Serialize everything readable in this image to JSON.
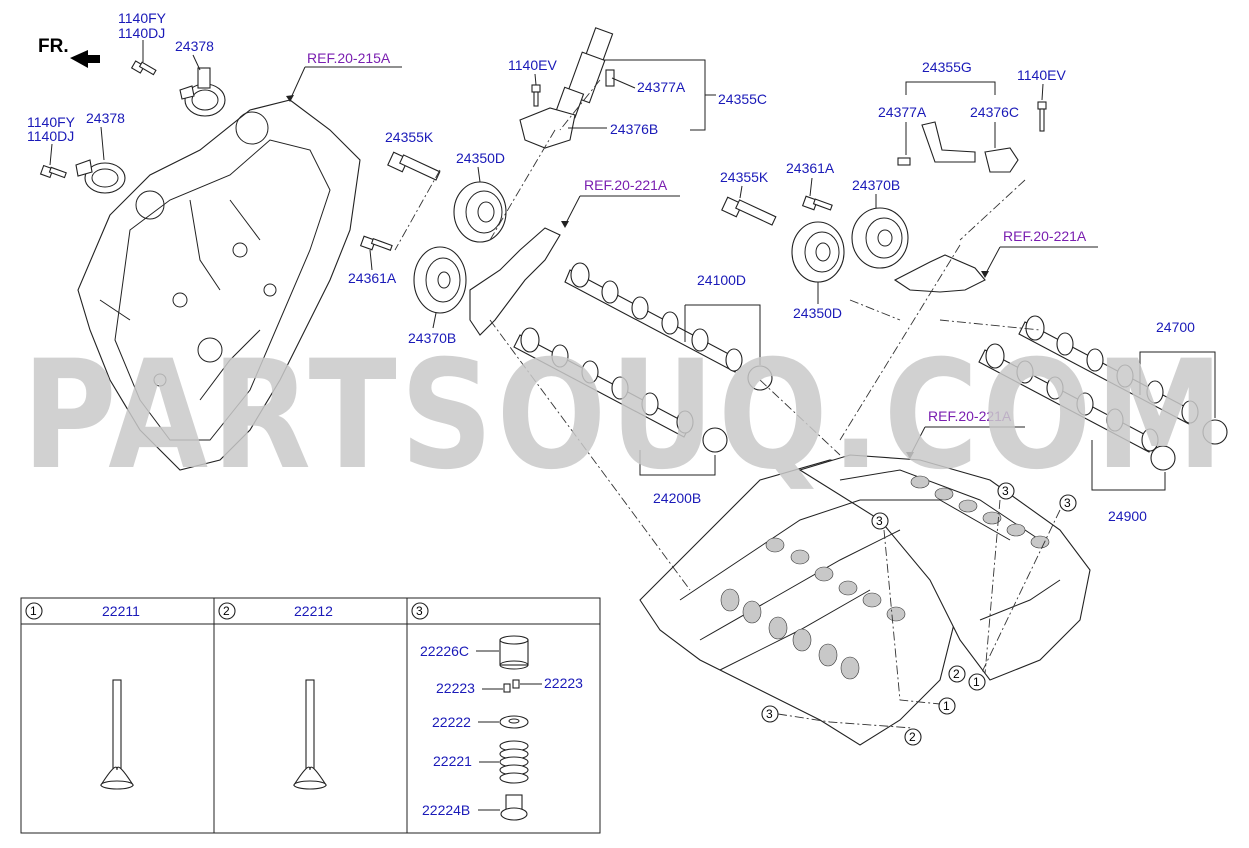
{
  "orientation_label": "FR.",
  "watermark": "PARTSOUQ.COM",
  "labels": {
    "bolt_fy_left_top": "1140FY",
    "bolt_dj_left_top": "1140DJ",
    "cover_top": "24378",
    "bolt_fy_left_mid": "1140FY",
    "bolt_dj_left_mid": "1140DJ",
    "cover_mid": "24378",
    "ref_timing_cover": "REF.20-215A",
    "bolt_ev_left": "1140EV",
    "oil_pipe_left": "24377A",
    "ocv_assy_left": "24355C",
    "ocv_left": "24376B",
    "bolt_k_left": "24355K",
    "cvvt_d_left": "24350D",
    "ref_head_left": "REF.20-221A",
    "bolt_a_left": "24361A",
    "sprocket_b_left": "24370B",
    "camshaft_intake_left": "24100D",
    "camshaft_exhaust_left": "24200B",
    "ocv_assy_right": "24355G",
    "bolt_ev_right": "1140EV",
    "oil_pipe_right": "24377A",
    "ocv_right": "24376C",
    "bolt_k_right": "24355K",
    "bolt_a_right": "24361A",
    "sprocket_b_right": "24370B",
    "ref_head_right": "REF.20-221A",
    "cvvt_d_right": "24350D",
    "camshaft_intake_right": "24700",
    "ref_head_lower": "REF.20-221A",
    "camshaft_exhaust_right": "24900"
  },
  "callouts": {
    "c1": "1",
    "c2": "2",
    "c3": "3"
  },
  "detail_table": {
    "panel1": {
      "index": "1",
      "part": "22211"
    },
    "panel2": {
      "index": "2",
      "part": "22212"
    },
    "panel3": {
      "index": "3",
      "parts": {
        "retainer_cap": "22226C",
        "cotter_left": "22223",
        "cotter_right": "22223",
        "spring_retainer": "22222",
        "valve_spring": "22221",
        "stem_seal": "22224B"
      }
    }
  }
}
